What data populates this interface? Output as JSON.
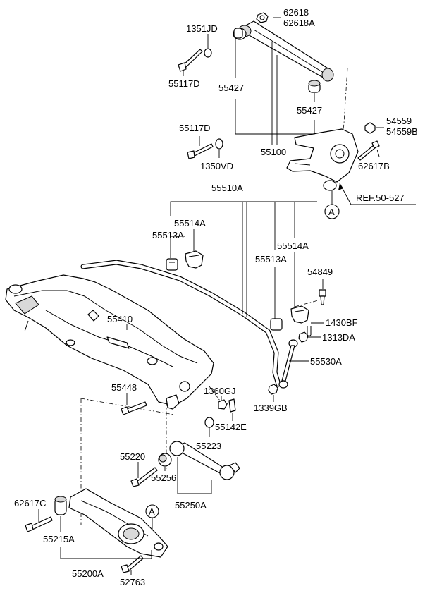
{
  "labels": {
    "p62618": "62618",
    "p62618A": "62618A",
    "p1351JD": "1351JD",
    "p55117D_top": "55117D",
    "p55427_left": "55427",
    "p55427_right": "55427",
    "p55117D_mid": "55117D",
    "p55100": "55100",
    "p1350VD": "1350VD",
    "p54559": "54559",
    "p54559B": "54559B",
    "p62617B": "62617B",
    "ref": "REF.50-527",
    "callout_a_top": "A",
    "p55510A": "55510A",
    "p55514A_left": "55514A",
    "p55513A_left": "55513A",
    "p55514A_right": "55514A",
    "p55513A_right": "55513A",
    "p54849": "54849",
    "p55410": "55410",
    "p1430BF": "1430BF",
    "p1313DA": "1313DA",
    "p55530A": "55530A",
    "p55448": "55448",
    "p1360GJ": "1360GJ",
    "p1339GB": "1339GB",
    "p55142E": "55142E",
    "p55223": "55223",
    "p55220": "55220",
    "p55256": "55256",
    "p55250A": "55250A",
    "p62617C": "62617C",
    "callout_a_bottom": "A",
    "p55215A": "55215A",
    "p55200A": "55200A",
    "p52763": "52763"
  }
}
